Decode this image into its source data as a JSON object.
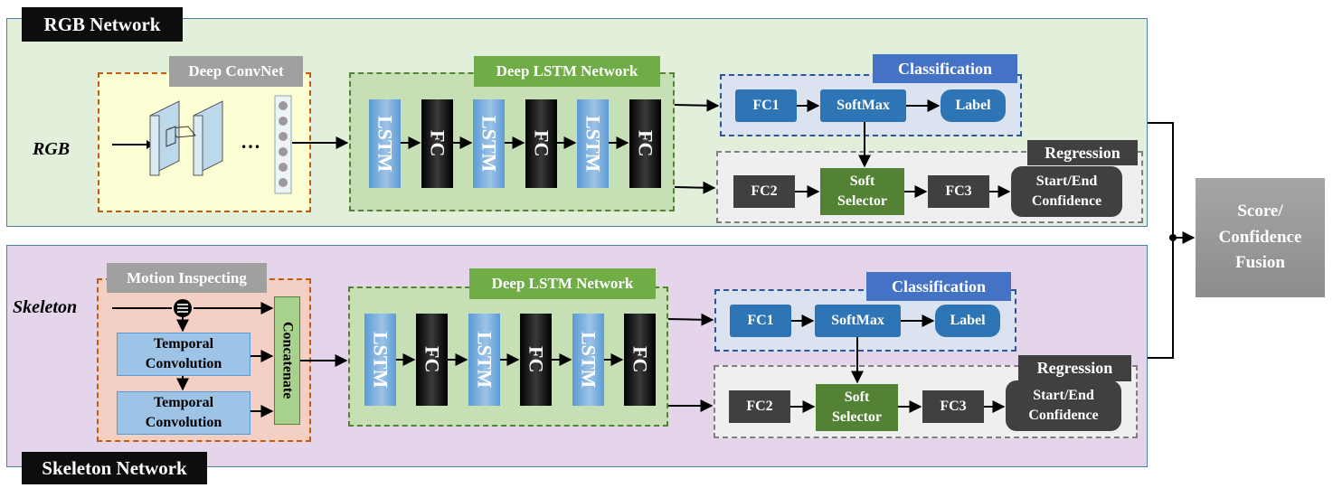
{
  "rgb_network": {
    "title": "RGB Network",
    "input_label": "RGB",
    "convnet_tag": "Deep ConvNet",
    "ellipsis": "…",
    "lstm_tag": "Deep LSTM Network",
    "lstm_blocks": [
      "LSTM",
      "FC",
      "LSTM",
      "FC",
      "LSTM",
      "FC"
    ],
    "classification": {
      "tag": "Classification",
      "fc": "FC1",
      "softmax": "SoftMax",
      "label": "Label"
    },
    "regression": {
      "tag": "Regression",
      "fc2": "FC2",
      "selector": [
        "Soft",
        "Selector"
      ],
      "fc3": "FC3",
      "output": [
        "Start/End",
        "Confidence"
      ]
    }
  },
  "skeleton_network": {
    "title": "Skeleton Network",
    "input_label": "Skeleton",
    "motion_tag": "Motion Inspecting",
    "temporal_conv_1": [
      "Temporal",
      "Convolution"
    ],
    "temporal_conv_2": [
      "Temporal",
      "Convolution"
    ],
    "concatenate": "Concatenate",
    "lstm_tag": "Deep LSTM Network",
    "lstm_blocks": [
      "LSTM",
      "FC",
      "LSTM",
      "FC",
      "LSTM",
      "FC"
    ],
    "classification": {
      "tag": "Classification",
      "fc": "FC1",
      "softmax": "SoftMax",
      "label": "Label"
    },
    "regression": {
      "tag": "Regression",
      "fc2": "FC2",
      "selector": [
        "Soft",
        "Selector"
      ],
      "fc3": "FC3",
      "output": [
        "Start/End",
        "Confidence"
      ]
    }
  },
  "fusion": {
    "lines": [
      "Score/",
      "Confidence",
      "Fusion"
    ]
  },
  "colors": {
    "rgb_panel": "#e2efda",
    "skeleton_panel": "#e4d5ea",
    "lstm": "#5b9bd5",
    "fc_block": "#000000",
    "classification_tag": "#4472c4",
    "button_blue": "#2e75b6",
    "soft_selector": "#548235",
    "regression_dark": "#404040"
  }
}
